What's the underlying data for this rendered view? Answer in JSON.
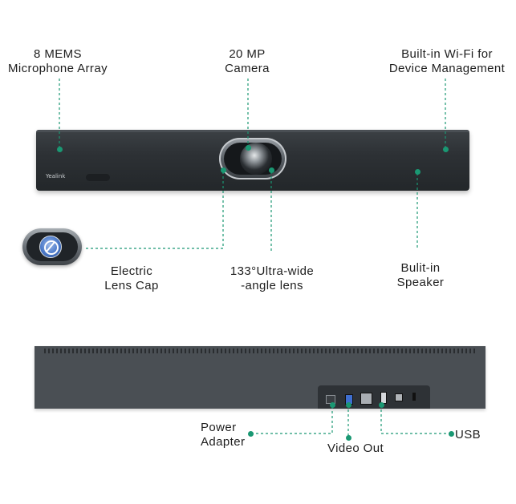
{
  "accent_color": "#1a9873",
  "front_labels": {
    "mic_array": [
      "8 MEMS",
      "Microphone Array"
    ],
    "camera": [
      "20 MP",
      "Camera"
    ],
    "wifi": [
      "Built-in Wi-Fi for",
      "Device Management"
    ],
    "lens_cap": [
      "Electric",
      "Lens Cap"
    ],
    "wide_lens": [
      "133°Ultra-wide",
      "-angle lens"
    ],
    "speaker": [
      "Bulit-in",
      "Speaker"
    ]
  },
  "rear_labels": {
    "power": [
      "Power",
      "Adapter"
    ],
    "video_out": "Video Out",
    "usb": "USB"
  },
  "device": {
    "brand": "Yealink"
  },
  "icons": {
    "lens_cap": "lens-cap-icon",
    "camera_lens": "camera-lens-icon"
  }
}
